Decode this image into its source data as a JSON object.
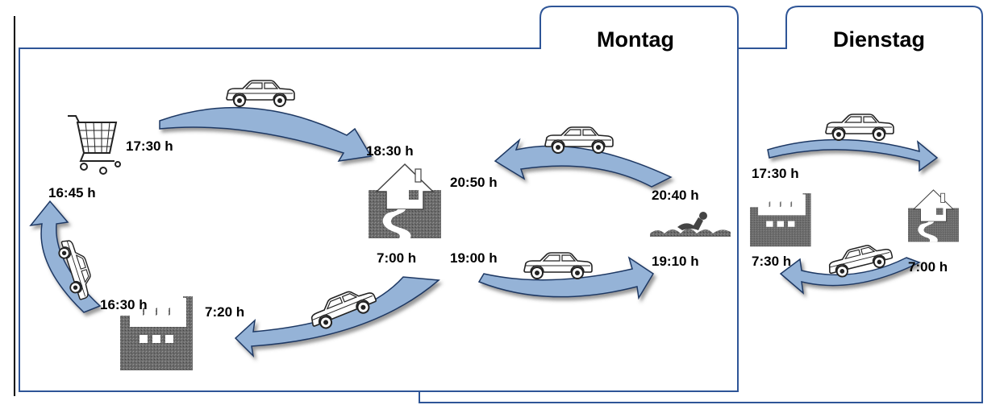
{
  "days": {
    "monday": "Montag",
    "tuesday": "Dienstag"
  },
  "monday_times": {
    "shop_leave": "17:30 h",
    "shop_arrive": "16:45 h",
    "work_leave": "16:30 h",
    "work_arrive": "7:20 h",
    "home_arrive": "18:30 h",
    "home_leave": "7:00 h",
    "home_leave_evening": "19:00 h",
    "home_return": "20:50 h",
    "swim_leave": "20:40 h",
    "swim_arrive": "19:10 h"
  },
  "tuesday_times": {
    "work_leave": "17:30 h",
    "work_arrive": "7:30 h",
    "home_leave": "7:00 h"
  },
  "icons": {
    "car": "car-icon",
    "house": "house-icon",
    "factory": "factory-icon",
    "cart": "shopping-cart-icon",
    "swimmer": "swimmer-icon"
  },
  "colors": {
    "arrow_fill": "#95b3d7",
    "arrow_stroke": "#1f3864",
    "frame": "#2e5597",
    "icon_dark": "#555555"
  }
}
